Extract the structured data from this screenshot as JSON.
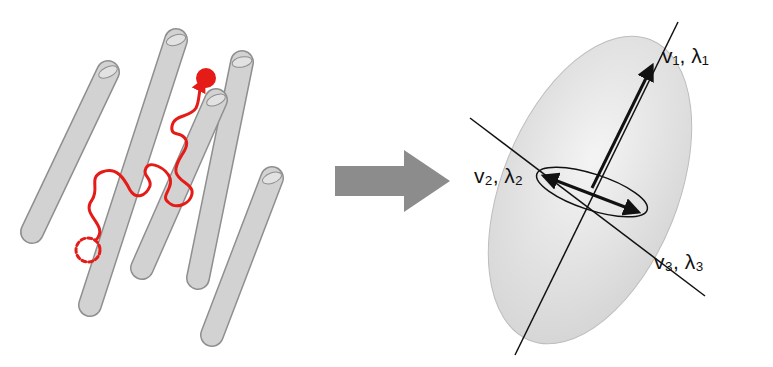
{
  "diagram": {
    "labels": [
      "v₁, λ₁",
      "v₂, λ₂",
      "v₃, λ₃"
    ]
  }
}
